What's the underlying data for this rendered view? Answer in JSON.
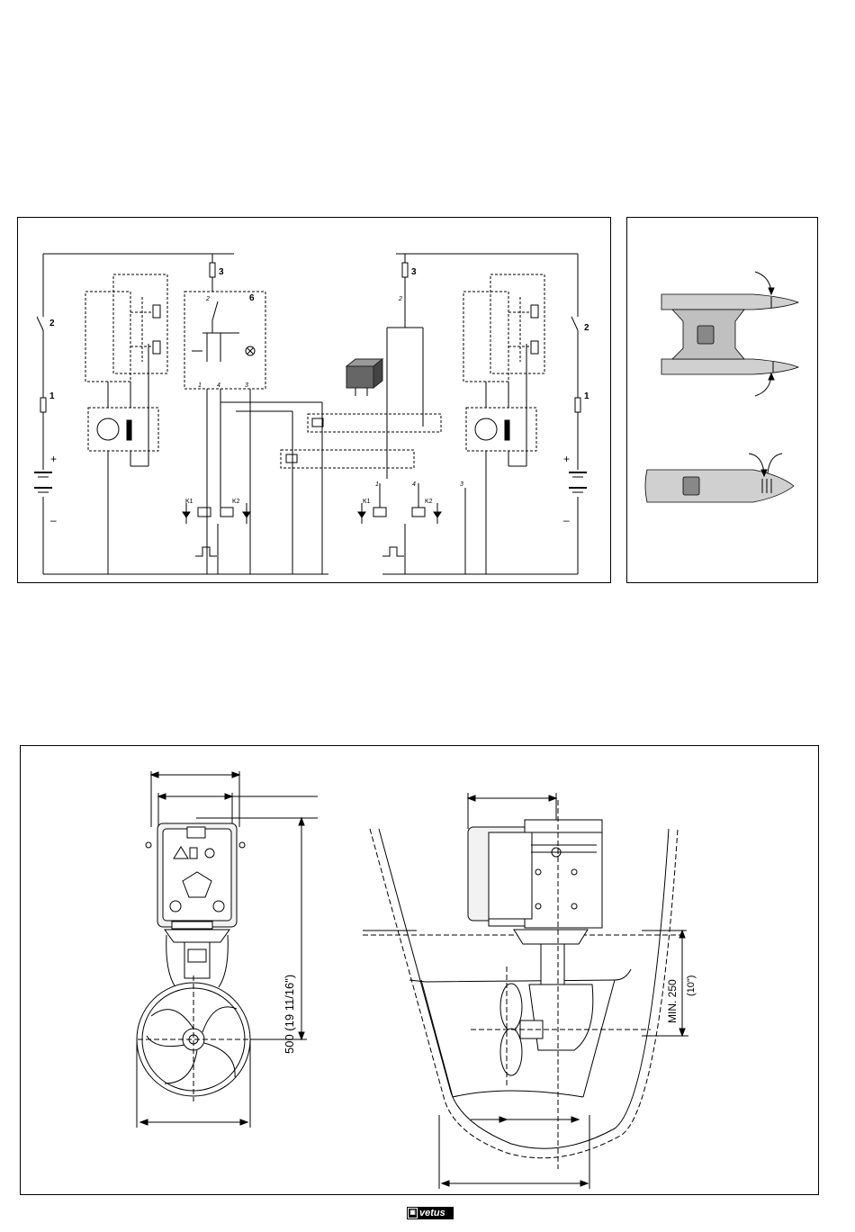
{
  "wiring": {
    "left": {
      "fuse_main": "3",
      "fuse_label_small": "2",
      "switch": "2",
      "fuse": "1",
      "panel_number": "6",
      "plus": "+",
      "minus": "–",
      "relay_k1": "K1",
      "relay_k2": "K2",
      "term_1": "1",
      "term_4": "4",
      "term_3": "3"
    },
    "right": {
      "fuse_main": "3",
      "fuse_label_small": "2",
      "switch": "2",
      "fuse": "1",
      "plus": "+",
      "minus": "–",
      "relay_k1": "K1",
      "relay_k2": "K2",
      "term_1": "1",
      "term_4": "4",
      "term_3": "3"
    }
  },
  "dimensions": {
    "height_label": "500 (19 11/16\")",
    "min_label": "MIN. 250",
    "min_inch": "(10\")"
  },
  "brand": {
    "logo_text": "vetus"
  }
}
